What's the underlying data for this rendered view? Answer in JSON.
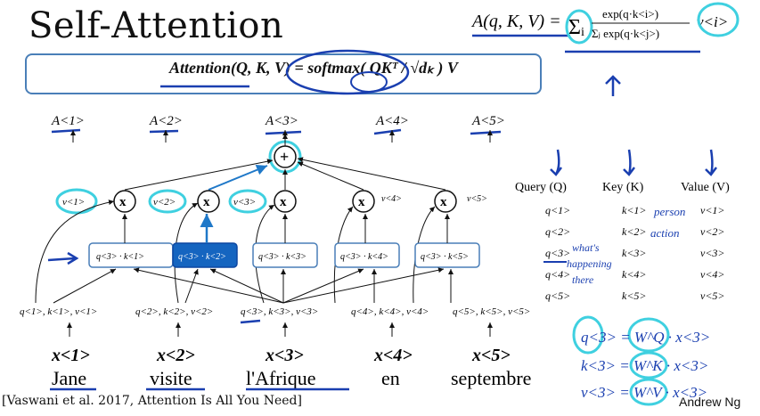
{
  "title": "Self-Attention",
  "formula_box": {
    "text": "Attention(Q, K, V) = softmax( QKᵀ / √dₖ ) V"
  },
  "top_formula": {
    "lhs": "A(q, K, V) =",
    "sum": "Σᵢ",
    "numerator": "exp(q·k<i>)",
    "denominator": "Σⱼ exp(q·k<j>)",
    "rhs": "v<i>"
  },
  "outputs": [
    "A<1>",
    "A<2>",
    "A<3>",
    "A<4>",
    "A<5>"
  ],
  "plus_symbol": "+",
  "mult_symbol": "x",
  "values_near_x": [
    "v<1>",
    "v<2>",
    "v<3>",
    "v<4>",
    "v<5>"
  ],
  "dot_products": [
    "q<3> · k<1>",
    "q<3> · k<2>",
    "q<3> · k<3>",
    "q<3> · k<4>",
    "q<3> · k<5>"
  ],
  "qkv_triples": [
    "q<1>, k<1>, v<1>",
    "q<2>, k<2>, v<2>",
    "q<3>, k<3>, v<3>",
    "q<4>, k<4>, v<4>",
    "q<5>, k<5>, v<5>"
  ],
  "inputs": [
    "x<1>",
    "x<2>",
    "x<3>",
    "x<4>",
    "x<5>"
  ],
  "words": [
    "Jane",
    "visite",
    "l'Afrique",
    "en",
    "septembre"
  ],
  "table": {
    "headers": [
      "Query (Q)",
      "Key (K)",
      "Value (V)"
    ],
    "rows": [
      [
        "q<1>",
        "k<1>",
        "v<1>"
      ],
      [
        "q<2>",
        "k<2>",
        "v<2>"
      ],
      [
        "q<3>",
        "k<3>",
        "v<3>"
      ],
      [
        "q<4>",
        "k<4>",
        "v<4>"
      ],
      [
        "q<5>",
        "k<5>",
        "v<5>"
      ]
    ]
  },
  "annotations": {
    "person": "person",
    "action": "action",
    "whats_happening": [
      "what's",
      "happening",
      "there"
    ]
  },
  "handwritten_eqs": [
    "q<3> = W^Q · x<3>",
    "k<3> = W^K · x<3>",
    "v<3> = W^V · x<3>"
  ],
  "citation": "[Vaswani et al. 2017, Attention Is All You Need]",
  "author": "Andrew Ng",
  "colors": {
    "box_border": "#4a7fb8",
    "highlight_fill": "#1565c0",
    "cyan_marker": "#3fd0e0",
    "blue_pen": "#1a3fb0",
    "arrow_blue": "#1f78c8"
  }
}
